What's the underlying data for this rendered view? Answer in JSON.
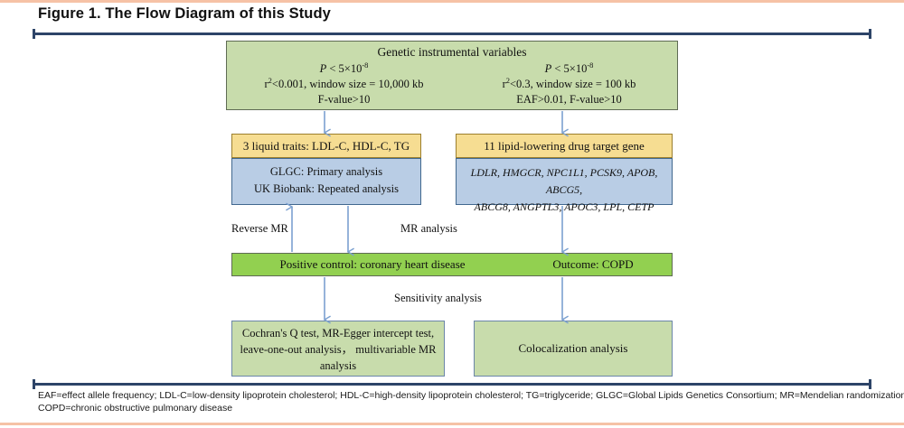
{
  "figure": {
    "title": "Figure 1. The Flow Diagram of this Study"
  },
  "colors": {
    "green_soft": "#c8dcac",
    "green_bright": "#92d050",
    "yellow": "#f6dd92",
    "blue": "#b9cde5",
    "rule": "#2d4468",
    "arrow": "#7ba0d0",
    "page_border": "#f6c2a6"
  },
  "genetic_box": {
    "title": "Genetic instrumental variables",
    "left_criteria": [
      "P < 5×10⁻⁸",
      "r²<0.001, window size = 10,000 kb",
      "F-value>10"
    ],
    "right_criteria": [
      "P < 5×10⁻⁸",
      "r²<0.3, window size = 100 kb",
      "EAF>0.01, F-value>10"
    ]
  },
  "traits_box": {
    "header": "3 liquid traits: LDL-C, HDL-C, TG",
    "lines": [
      "GLGC: Primary analysis",
      "UK Biobank: Repeated analysis"
    ]
  },
  "genes_box": {
    "header": "11 lipid-lowering drug target gene",
    "lines": [
      "LDLR, HMGCR, NPC1L1, PCSK9, APOB, ABCG5,",
      "ABCG8, ANGPTL3, APOC3, LPL, CETP"
    ]
  },
  "outcome_bar": {
    "left_label": "Positive control: coronary heart disease",
    "right_label": "Outcome: COPD"
  },
  "arrow_labels": {
    "reverse_mr": "Reverse MR",
    "mr_analysis": "MR analysis",
    "sensitivity_analysis": "Sensitivity analysis"
  },
  "sensitivity_box": {
    "lines": [
      "Cochran's Q test, MR-Egger intercept test,",
      "leave-one-out analysis， multivariable MR",
      "analysis"
    ]
  },
  "colocalization_box": {
    "label": "Colocalization analysis"
  },
  "footnote": {
    "line1": "EAF=effect allele frequency; LDL-C=low-density lipoprotein cholesterol; HDL-C=high-density lipoprotein cholesterol; TG=triglyceride; GLGC=Global Lipids Genetics Consortium; MR=Mendelian randomization;",
    "line2": "COPD=chronic obstructive pulmonary disease"
  }
}
